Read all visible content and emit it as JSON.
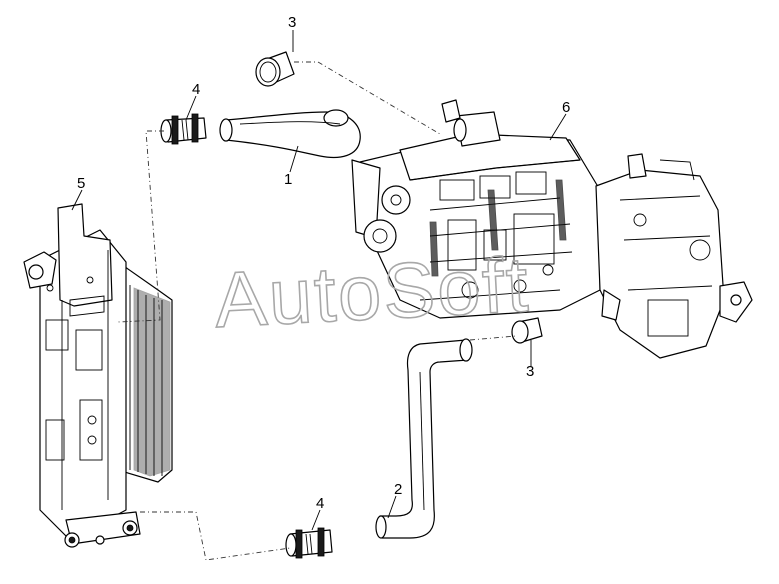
{
  "watermark": "AutoSoft",
  "callouts": {
    "c1": "1",
    "c2": "2",
    "c3_top": "3",
    "c3_bottom": "3",
    "c4_top": "4",
    "c4_bottom": "4",
    "c5": "5",
    "c6": "6"
  }
}
